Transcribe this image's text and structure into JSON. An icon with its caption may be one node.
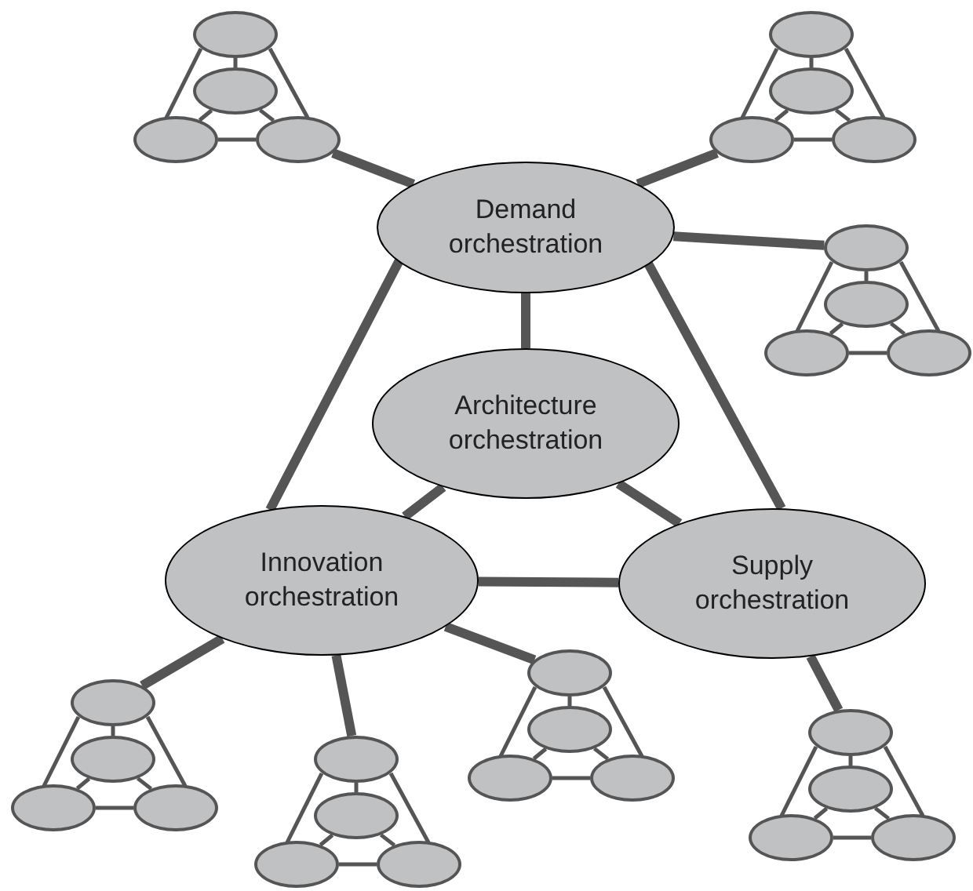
{
  "diagram": {
    "nodes": [
      {
        "text": [],
        "shape": "ellipse"
      },
      {
        "text": [],
        "shape": "ellipse"
      },
      {
        "text": [],
        "shape": "ellipse"
      },
      {
        "text": [],
        "shape": "ellipse"
      },
      {
        "text": [],
        "shape": "ellipse"
      },
      {
        "text": [],
        "shape": "ellipse"
      },
      {
        "text": [],
        "shape": "ellipse"
      },
      {
        "text": [],
        "shape": "ellipse"
      },
      {
        "text": [
          "Demand orchestration"
        ]
      },
      {
        "text": [],
        "shape": "ellipse"
      },
      {
        "text": [],
        "shape": "ellipse"
      },
      {
        "text": [],
        "shape": "ellipse"
      },
      {
        "text": [],
        "shape": "ellipse"
      },
      {
        "text": [
          "Architecture orchestration"
        ]
      },
      {
        "text": [
          "Innovation orchestration"
        ]
      },
      {
        "text": [
          "Supply orchestration"
        ]
      },
      {
        "text": [],
        "shape": "ellipse"
      },
      {
        "text": [],
        "shape": "ellipse"
      },
      {
        "text": [],
        "shape": "ellipse"
      },
      {
        "text": [],
        "shape": "ellipse"
      },
      {
        "text": [],
        "shape": "ellipse"
      },
      {
        "text": [],
        "shape": "ellipse"
      },
      {
        "text": [],
        "shape": "ellipse"
      },
      {
        "text": [],
        "shape": "ellipse"
      },
      {
        "text": [],
        "shape": "ellipse"
      },
      {
        "text": [],
        "shape": "ellipse"
      },
      {
        "text": [],
        "shape": "ellipse"
      },
      {
        "text": [],
        "shape": "ellipse"
      },
      {
        "text": [],
        "shape": "ellipse"
      },
      {
        "text": [],
        "shape": "ellipse"
      },
      {
        "text": [],
        "shape": "ellipse"
      },
      {
        "text": [],
        "shape": "ellipse"
      }
    ],
    "edges": [
      {
        "from": 0,
        "to": 1,
        "arrow": "none"
      },
      {
        "from": 0,
        "to": 2,
        "arrow": "none"
      },
      {
        "from": 0,
        "to": 3,
        "arrow": "none"
      },
      {
        "from": 1,
        "to": 2,
        "arrow": "none"
      },
      {
        "from": 1,
        "to": 3,
        "arrow": "none"
      },
      {
        "from": 2,
        "to": 3,
        "arrow": "none"
      },
      {
        "from": 4,
        "to": 5,
        "arrow": "none"
      },
      {
        "from": 4,
        "to": 6,
        "arrow": "none"
      },
      {
        "from": 4,
        "to": 7,
        "arrow": "none"
      },
      {
        "from": 5,
        "to": 6,
        "arrow": "none"
      },
      {
        "from": 5,
        "to": 7,
        "arrow": "none"
      },
      {
        "from": 6,
        "to": 7,
        "arrow": "none"
      },
      {
        "from": 9,
        "to": 10,
        "arrow": "none"
      },
      {
        "from": 9,
        "to": 11,
        "arrow": "none"
      },
      {
        "from": 9,
        "to": 12,
        "arrow": "none"
      },
      {
        "from": 10,
        "to": 11,
        "arrow": "none"
      },
      {
        "from": 10,
        "to": 12,
        "arrow": "none"
      },
      {
        "from": 11,
        "to": 12,
        "arrow": "none"
      },
      {
        "from": 16,
        "to": 17,
        "arrow": "none"
      },
      {
        "from": 16,
        "to": 18,
        "arrow": "none"
      },
      {
        "from": 16,
        "to": 19,
        "arrow": "none"
      },
      {
        "from": 17,
        "to": 18,
        "arrow": "none"
      },
      {
        "from": 17,
        "to": 19,
        "arrow": "none"
      },
      {
        "from": 18,
        "to": 19,
        "arrow": "none"
      },
      {
        "from": 20,
        "to": 21,
        "arrow": "none"
      },
      {
        "from": 20,
        "to": 22,
        "arrow": "none"
      },
      {
        "from": 20,
        "to": 23,
        "arrow": "none"
      },
      {
        "from": 21,
        "to": 22,
        "arrow": "none"
      },
      {
        "from": 21,
        "to": 23,
        "arrow": "none"
      },
      {
        "from": 22,
        "to": 23,
        "arrow": "none"
      },
      {
        "from": 24,
        "to": 25,
        "arrow": "none"
      },
      {
        "from": 24,
        "to": 26,
        "arrow": "none"
      },
      {
        "from": 24,
        "to": 27,
        "arrow": "none"
      },
      {
        "from": 25,
        "to": 26,
        "arrow": "none"
      },
      {
        "from": 25,
        "to": 27,
        "arrow": "none"
      },
      {
        "from": 26,
        "to": 27,
        "arrow": "none"
      },
      {
        "from": 28,
        "to": 29,
        "arrow": "none"
      },
      {
        "from": 28,
        "to": 30,
        "arrow": "none"
      },
      {
        "from": 28,
        "to": 31,
        "arrow": "none"
      },
      {
        "from": 29,
        "to": 30,
        "arrow": "none"
      },
      {
        "from": 29,
        "to": 31,
        "arrow": "none"
      },
      {
        "from": 30,
        "to": 31,
        "arrow": "none"
      },
      {
        "from": 3,
        "to": 8,
        "arrow": "none",
        "style": "thick"
      },
      {
        "from": 6,
        "to": 8,
        "arrow": "none",
        "style": "thick"
      },
      {
        "from": 8,
        "to": 9,
        "arrow": "none",
        "style": "thick"
      },
      {
        "from": 8,
        "to": 13,
        "arrow": "none",
        "style": "thick"
      },
      {
        "from": 8,
        "to": 14,
        "arrow": "none",
        "style": "thick"
      },
      {
        "from": 8,
        "to": 15,
        "arrow": "none",
        "style": "thick"
      },
      {
        "from": 13,
        "to": 14,
        "arrow": "none",
        "style": "thick"
      },
      {
        "from": 13,
        "to": 15,
        "arrow": "none",
        "style": "thick"
      },
      {
        "from": 14,
        "to": 15,
        "arrow": "none",
        "style": "thick"
      },
      {
        "from": 14,
        "to": 16,
        "arrow": "none",
        "style": "thick"
      },
      {
        "from": 14,
        "to": 20,
        "arrow": "none",
        "style": "thick"
      },
      {
        "from": 14,
        "to": 28,
        "arrow": "none",
        "style": "thick"
      },
      {
        "from": 15,
        "to": 24,
        "arrow": "none",
        "style": "thick"
      }
    ]
  }
}
